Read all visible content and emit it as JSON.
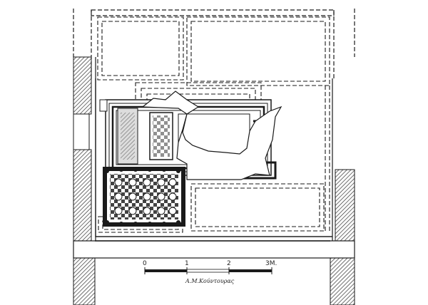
{
  "scale_bar": {
    "ticks": [
      "0",
      "1",
      "2",
      "3M."
    ],
    "credit": "Α.Μ.Κούντουρας"
  },
  "colors": {
    "ink": "#1a1a1a",
    "hatch": "#333333",
    "paper": "#ffffff"
  }
}
